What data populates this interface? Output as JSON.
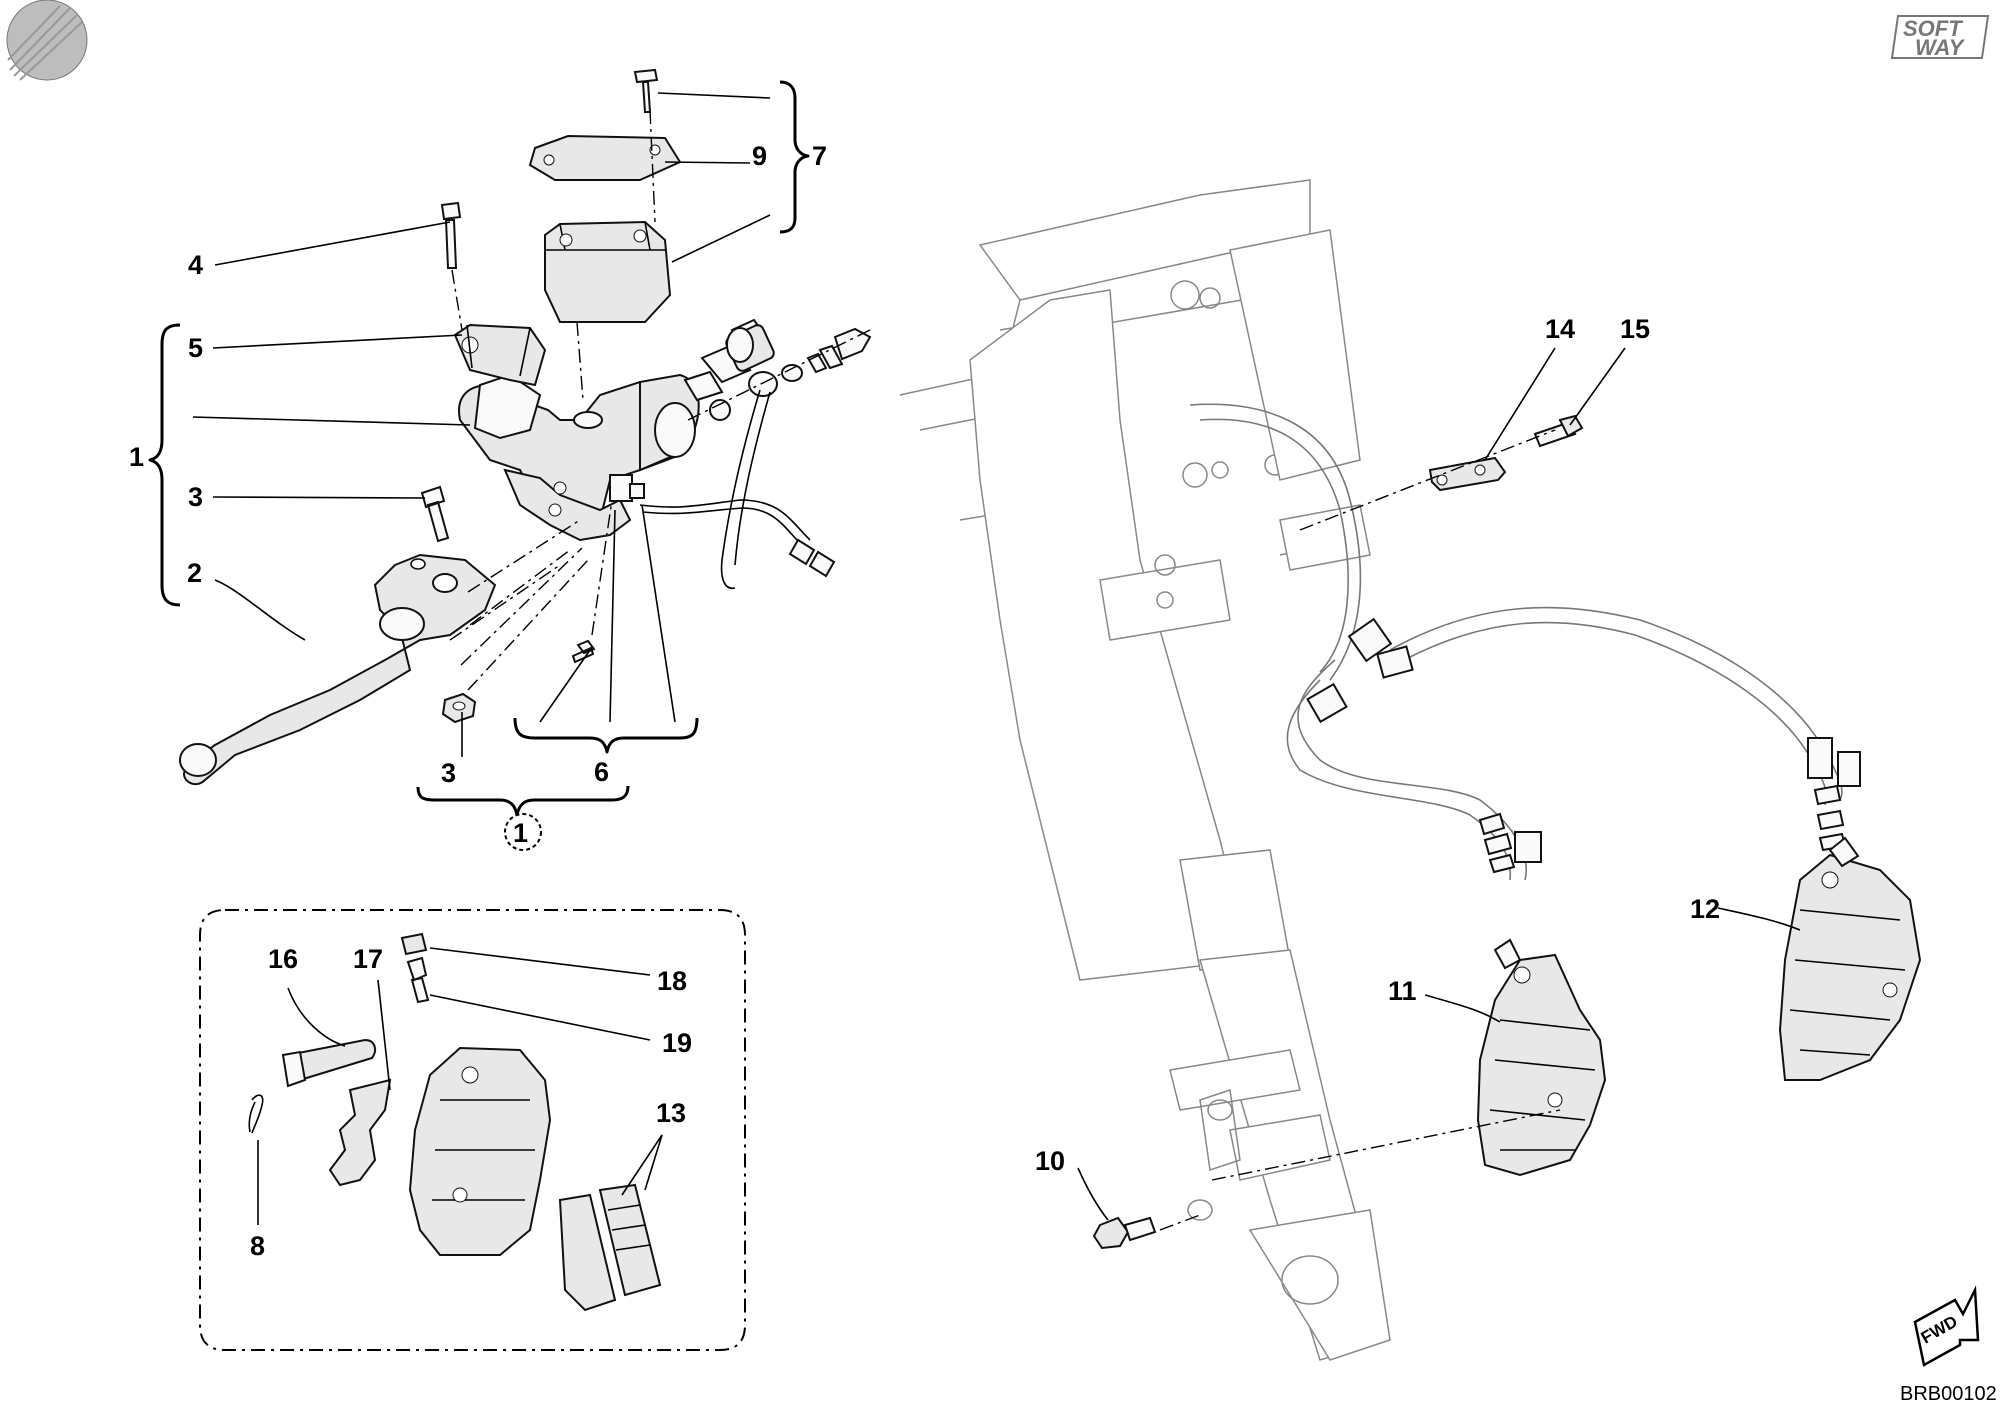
{
  "diagram": {
    "code": "BRB00102",
    "logo_soft": "SOFT",
    "logo_way": "WAY",
    "fwd_label": "FWD",
    "callouts": {
      "c1": "1",
      "c2": "2",
      "c3a": "3",
      "c3b": "3",
      "c4": "4",
      "c5": "5",
      "c6": "6",
      "c7": "7",
      "c8": "8",
      "c9": "9",
      "c10": "10",
      "c11": "11",
      "c12": "12",
      "c13": "13",
      "c14": "14",
      "c15": "15",
      "c16": "16",
      "c17": "17",
      "c18": "18",
      "c19": "19",
      "c1circle": "1"
    }
  }
}
